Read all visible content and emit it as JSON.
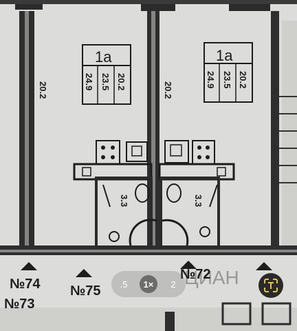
{
  "plan": {
    "left_unit": {
      "type": "1a",
      "areas": [
        "20.2",
        "23.5",
        "24.9"
      ]
    },
    "right_unit": {
      "type": "1a",
      "areas": [
        "20.2",
        "23.5",
        "24.9"
      ]
    },
    "dim_left_wall": "20.2",
    "dim_center_wall": "20.2",
    "dim_bath_left": "3.3",
    "dim_bath_right": "3.3",
    "apt_74": "№74",
    "apt_73": "№73",
    "apt_75": "№75",
    "apt_72": "№72"
  },
  "zoom": {
    "options": [
      ".5",
      "1×",
      "2"
    ],
    "active": "1×"
  },
  "lens_icon": "google-lens-icon"
}
